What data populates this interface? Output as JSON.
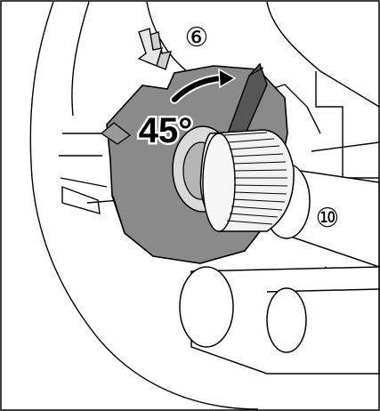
{
  "callouts": {
    "part_6": "⑥",
    "part_10": "⑩"
  },
  "rotation": {
    "angle_label": "45°"
  },
  "colors": {
    "line": "#000000",
    "disc": "#8a8a8a",
    "tab": "#9a9a9a",
    "knob": "#f2f2f2",
    "marker": "#555555",
    "background": "#ffffff"
  },
  "icons": {
    "push_arrow": "push-arrow-icon",
    "rotate_arrow": "curved-arrow-icon"
  }
}
